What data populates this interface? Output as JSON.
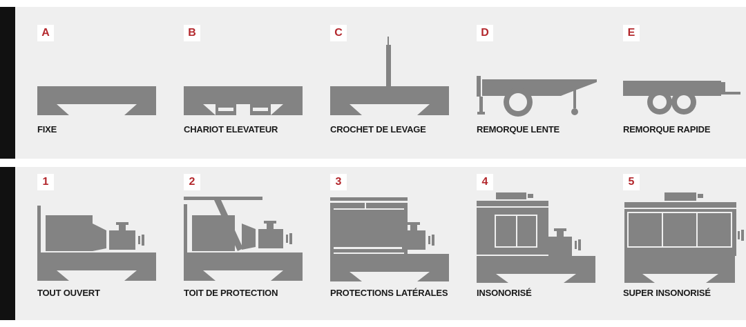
{
  "colors": {
    "accent": "#b3272c",
    "shape": "#838383",
    "panel": "#efefef",
    "side": "#111111"
  },
  "top_section": {
    "items": [
      {
        "badge": "A",
        "label": "FIXE"
      },
      {
        "badge": "B",
        "label": "CHARIOT ELEVATEUR"
      },
      {
        "badge": "C",
        "label": "CROCHET DE LEVAGE"
      },
      {
        "badge": "D",
        "label": "REMORQUE LENTE"
      },
      {
        "badge": "E",
        "label": "REMORQUE RAPIDE"
      }
    ]
  },
  "bottom_section": {
    "items": [
      {
        "badge": "1",
        "label": "TOUT OUVERT"
      },
      {
        "badge": "2",
        "label": "TOIT DE PROTECTION"
      },
      {
        "badge": "3",
        "label": "PROTECTIONS LATÉRALES"
      },
      {
        "badge": "4",
        "label": "INSONORISÉ"
      },
      {
        "badge": "5",
        "label": "SUPER INSONORISÉ"
      }
    ]
  }
}
